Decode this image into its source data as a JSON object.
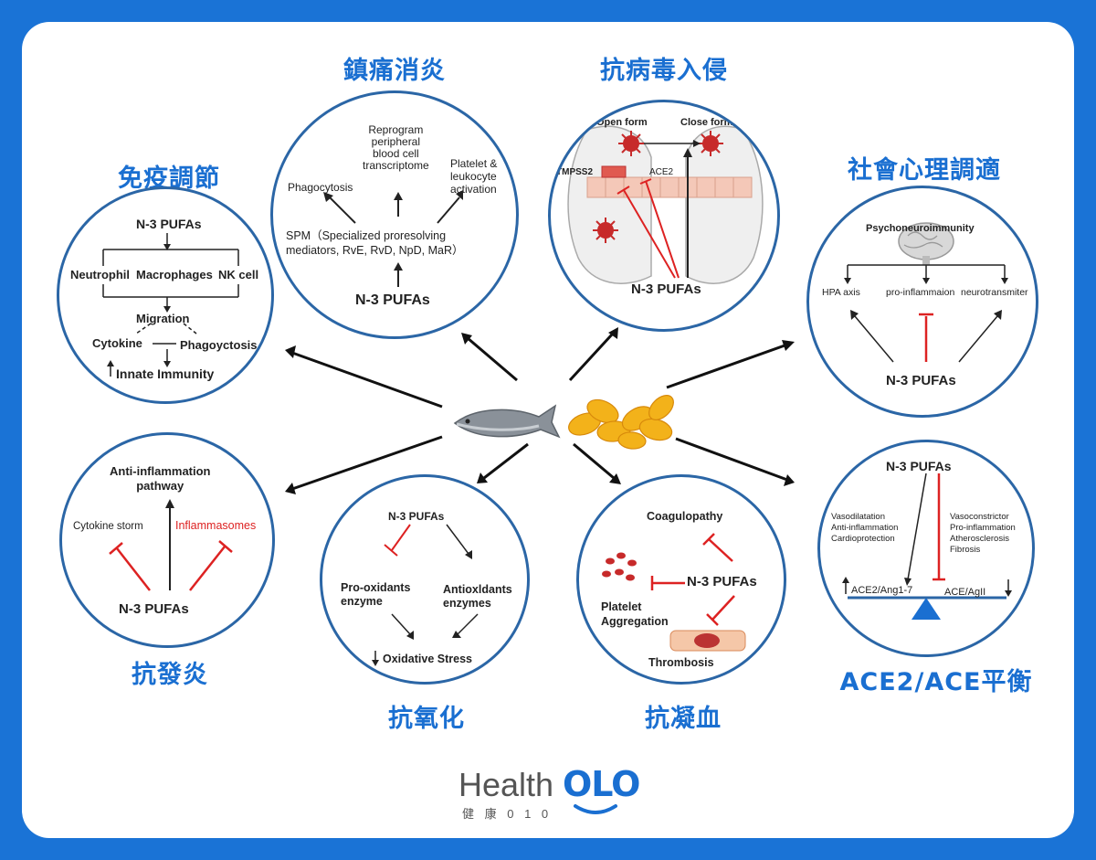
{
  "titles": {
    "immune": "免疫調節",
    "pain": "鎮痛消炎",
    "antivirus": "抗病毒入侵",
    "psych": "社會心理調適",
    "antiinflam": "抗發炎",
    "antiox": "抗氧化",
    "anticoag": "抗凝血",
    "ace": "ACE2/ACE平衡"
  },
  "immune": {
    "top": "N-3 PUFAs",
    "neutrophil": "Neutrophil",
    "macrophages": "Macrophages",
    "nk": "NK cell",
    "migration": "Migration",
    "cytokine": "Cytokine",
    "phago": "Phagoyctosis",
    "innate": "Innate Immunity"
  },
  "pain": {
    "reprogram": "Reprogram\nperipheral\nblood cell\ntranscriptome",
    "phago": "Phagocytosis",
    "platelet": "Platelet &\nleukocyte\nactivation",
    "spm": "SPM（Specialized proresolving\nmediators, RvE, RvD, NpD, MaR）",
    "n3": "N-3 PUFAs"
  },
  "antivirus": {
    "open": "Open form",
    "close": "Close form",
    "tmpss2": "TMPSS2",
    "ace2": "ACE2",
    "n3": "N-3  PUFAs"
  },
  "psych": {
    "top": "Psychoneuroimmunity",
    "hpa": "HPA axis",
    "proinf": "pro-inflammaion",
    "neuro": "neurotransmiter",
    "n3": "N-3 PUFAs"
  },
  "antiinflam": {
    "pathway": "Anti-inflammation\npathway",
    "storm": "Cytokine storm",
    "inflammasomes": "Inflammasomes",
    "n3": "N-3 PUFAs"
  },
  "antiox": {
    "n3": "N-3 PUFAs",
    "prox": "Pro-oxidants\nenzyme",
    "antiox": "Antioxldants\nenzymes",
    "stress": "Oxidative Stress"
  },
  "anticoag": {
    "coag": "Coagulopathy",
    "n3": "N-3  PUFAs",
    "platelet": "Platelet\nAggregation",
    "thrombosis": "Thrombosis"
  },
  "ace": {
    "n3": "N-3  PUFAs",
    "left": "Vasodilatation\nAnti-inflammation\nCardioprotection",
    "right": "Vasoconstrictor\nPro-inflammation\nAtherosclerosis\nFibrosis",
    "ace2": "ACE2/Ang1-7",
    "aceii": "ACE/AgII"
  },
  "logo": {
    "word": "Health",
    "olo": "OLO",
    "sub": "健 康 0 1 0"
  },
  "colors": {
    "brand": "#1a6fd1",
    "frame": "#1a73d6",
    "circle": "#2b66a6",
    "inhibit": "#d22222"
  }
}
